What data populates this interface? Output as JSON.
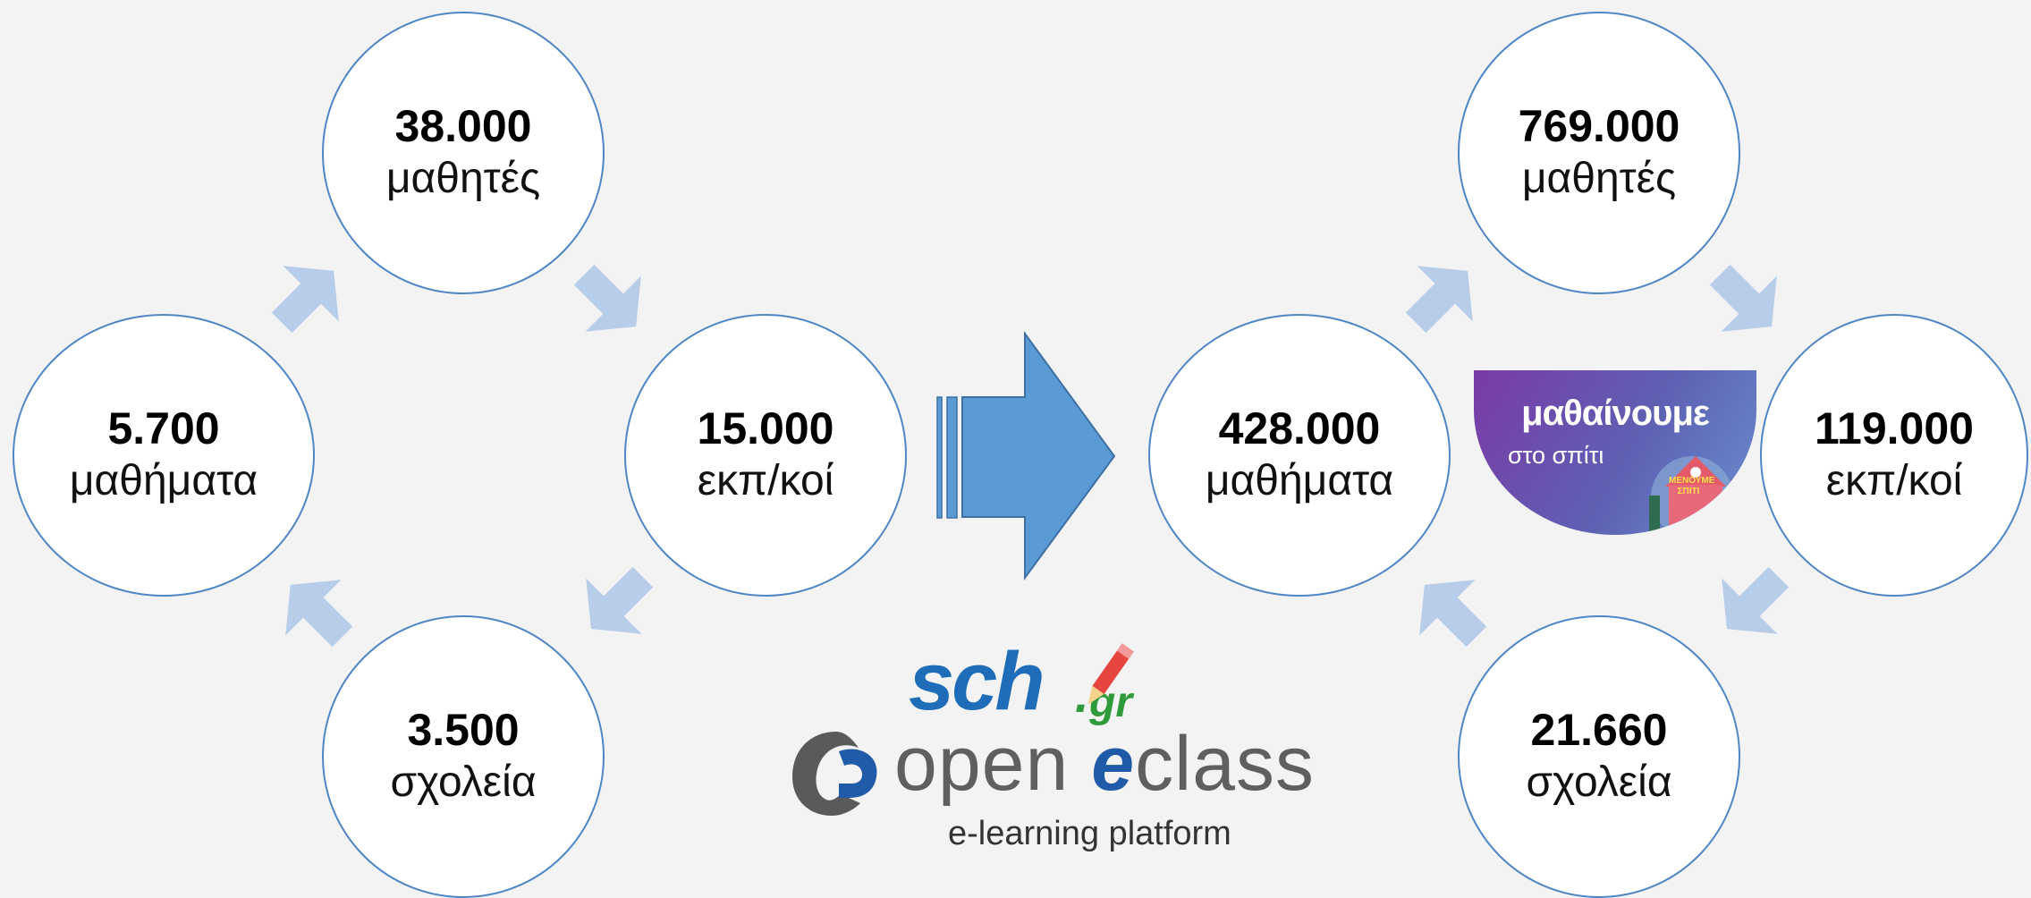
{
  "before": {
    "top": {
      "value": "38.000",
      "label": "μαθητές"
    },
    "right": {
      "value": "15.000",
      "label": "εκπ/κοί"
    },
    "bottom": {
      "value": "3.500",
      "label": "σχολεία"
    },
    "left": {
      "value": "5.700",
      "label": "μαθήματα"
    }
  },
  "after": {
    "top": {
      "value": "769.000",
      "label": "μαθητές"
    },
    "right": {
      "value": "119.000",
      "label": "εκπ/κοί"
    },
    "bottom": {
      "value": "21.660",
      "label": "σχολεία"
    },
    "left": {
      "value": "428.000",
      "label": "μαθήματα"
    }
  },
  "logos": {
    "sch_main": "sch",
    "sch_dot": ".",
    "sch_tld": "gr",
    "eclass_open": "open ",
    "eclass_e": "e",
    "eclass_rest": "class",
    "eclass_tagline": "e-learning platform"
  },
  "banner": {
    "title": "μαθαίνουμε",
    "subtitle": "στο σπίτι",
    "badge": "ΜΕΝΟΥΜΕ ΣΠΙΤΙ"
  },
  "colors": {
    "circle_border": "#4f86c6",
    "cycle_arrow": "#b7cde9",
    "big_arrow": "#5b9bd5",
    "background": "#f3f3f3"
  },
  "icons": {
    "cycle_arrows": "arrow-icon",
    "transition_arrow": "big-right-arrow-icon"
  }
}
